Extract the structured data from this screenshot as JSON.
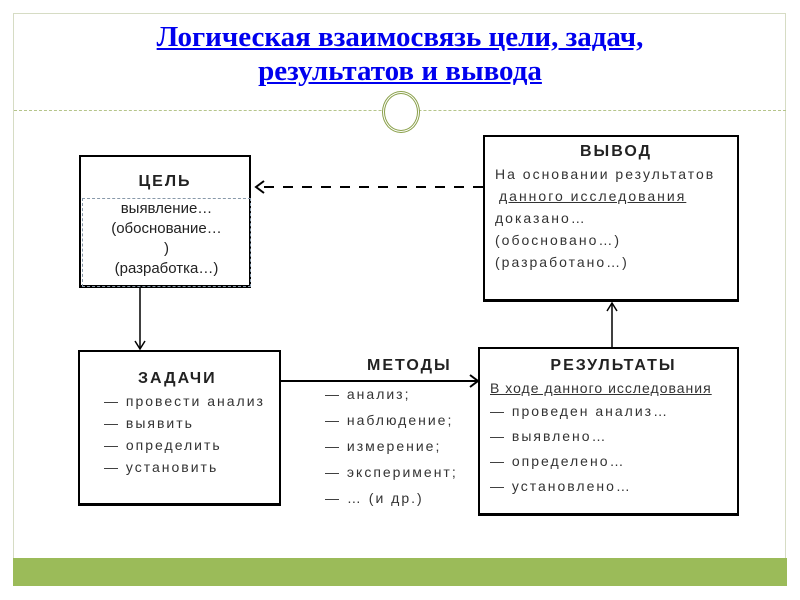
{
  "title": {
    "line1": "Логическая взаимосвязь цели, задач,",
    "line2": "результатов и вывода"
  },
  "goal": {
    "heading": "ЦЕЛЬ",
    "lines": [
      "выявление…",
      "(обоснование…",
      ")",
      "(разработка…)"
    ]
  },
  "conclusion": {
    "heading": "ВЫВОД",
    "lines": [
      "На основании результатов",
      "данного исследования",
      "доказано…",
      "(обосновано…)",
      "(разработано…)"
    ]
  },
  "tasks": {
    "heading": "ЗАДАЧИ",
    "items": [
      "— провести анализ",
      "— выявить",
      "— определить",
      "— установить"
    ]
  },
  "methods": {
    "heading": "МЕТОДЫ",
    "items": [
      "— анализ;",
      "— наблюдение;",
      "— измерение;",
      "— эксперимент;",
      "— … (и др.)"
    ]
  },
  "results": {
    "heading": "РЕЗУЛЬТАТЫ",
    "subheading": "В ходе данного исследования",
    "items": [
      "— проведен анализ…",
      "— выявлено…",
      "— определено…",
      "— установлено…"
    ]
  },
  "colors": {
    "title": "#0000ee",
    "accent": "#9bbb59"
  }
}
